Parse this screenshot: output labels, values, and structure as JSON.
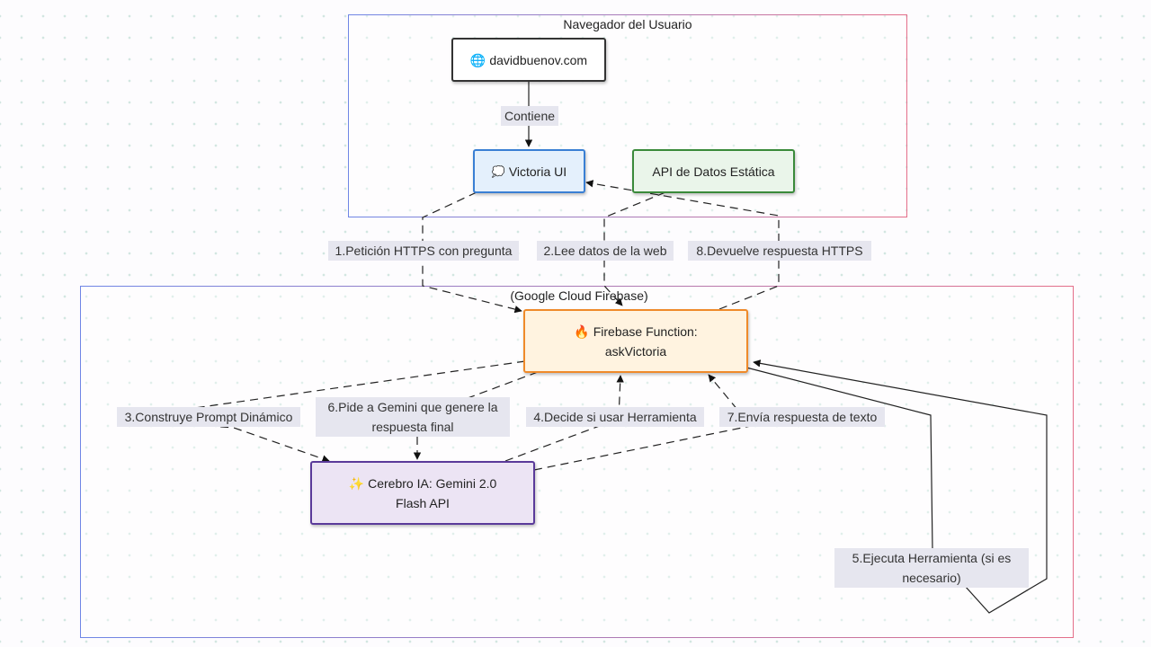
{
  "clusters": {
    "browser": {
      "label": "Navegador del Usuario"
    },
    "cloud": {
      "label": "(Google Cloud Firebase)"
    }
  },
  "nodes": {
    "site": {
      "icon": "🌐",
      "label": "davidbuenov.com",
      "fill": "#ffffff",
      "stroke": "#333333"
    },
    "victoria_ui": {
      "icon": "💭",
      "label": "Victoria UI",
      "fill": "#e4f0fc",
      "stroke": "#3a7fd4"
    },
    "static_api": {
      "label": "API de Datos Estática",
      "fill": "#eaf5ea",
      "stroke": "#3a8a3a"
    },
    "firebase_fn": {
      "icon": "🔥",
      "label_line1": "Firebase Function:",
      "label_line2": "askVictoria",
      "fill": "#fff3e0",
      "stroke": "#ef8a2a"
    },
    "gemini": {
      "icon": "✨",
      "label_line1": "Cerebro IA: Gemini 2.0",
      "label_line2": "Flash API",
      "fill": "#ece4f4",
      "stroke": "#5a3a9a"
    }
  },
  "edges": {
    "contains": "Contiene",
    "e1": "1.Petición HTTPS con pregunta",
    "e2": "2.Lee datos de la web",
    "e3": "3.Construye Prompt Dinámico",
    "e4": "4.Decide si usar Herramienta",
    "e5_line1": "5.Ejecuta Herramienta (si es",
    "e5_line2": "necesario)",
    "e6_line1": "6.Pide a Gemini que genere la",
    "e6_line2": "respuesta final",
    "e7": "7.Envía respuesta de texto",
    "e8": "8.Devuelve respuesta HTTPS"
  }
}
